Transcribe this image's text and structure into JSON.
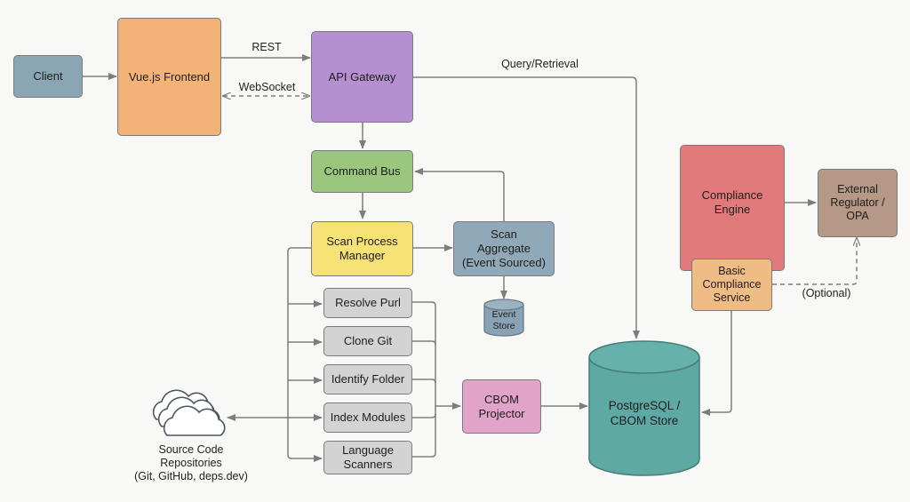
{
  "colors": {
    "client": "#8aa6b4",
    "frontend": "#f3b377",
    "gateway": "#b68fd0",
    "command_bus": "#9ac67e",
    "process_manager": "#f7e276",
    "aggregate": "#91a8b8",
    "event_store": "#8aa3b4",
    "task": "#d3d3d3",
    "projector": "#e2a3c8",
    "postgres": "#5ea9a3",
    "compliance_engine": "#e17b7b",
    "basic_compliance": "#efbc85",
    "external": "#b59885",
    "edge": "#7d7d7d"
  },
  "nodes": {
    "client": "Client",
    "frontend": "Vue.js Frontend",
    "gateway": "API Gateway",
    "command_bus": "Command Bus",
    "process_manager": "Scan Process\nManager",
    "aggregate": "Scan\nAggregate\n(Event Sourced)",
    "event_store": "Event\nStore",
    "tasks": [
      "Resolve Purl",
      "Clone Git",
      "Identify Folder",
      "Index Modules",
      "Language\nScanners"
    ],
    "projector": "CBOM\nProjector",
    "postgres": "PostgreSQL /\nCBOM Store",
    "compliance_engine": "Compliance\nEngine",
    "basic_compliance": "Basic\nCompliance\nService",
    "external": "External\nRegulator /\nOPA",
    "source_repos": "Source Code\nRepositories\n(Git, GitHub, deps.dev)"
  },
  "edge_labels": {
    "rest": "REST",
    "websocket": "WebSocket",
    "query": "Query/Retrieval",
    "optional": "(Optional)"
  },
  "edges": [
    {
      "from": "Client",
      "to": "Vue.js Frontend",
      "style": "solid"
    },
    {
      "from": "Vue.js Frontend",
      "to": "API Gateway",
      "label": "REST",
      "style": "solid"
    },
    {
      "from": "Vue.js Frontend",
      "to": "API Gateway",
      "label": "WebSocket",
      "style": "dashed",
      "bidirectional": true
    },
    {
      "from": "API Gateway",
      "to": "PostgreSQL / CBOM Store",
      "label": "Query/Retrieval",
      "style": "solid"
    },
    {
      "from": "API Gateway",
      "to": "Command Bus",
      "style": "solid"
    },
    {
      "from": "Command Bus",
      "to": "Scan Process Manager",
      "style": "solid"
    },
    {
      "from": "Scan Process Manager",
      "to": "Scan Aggregate",
      "style": "solid"
    },
    {
      "from": "Scan Aggregate",
      "to": "Command Bus",
      "style": "solid"
    },
    {
      "from": "Scan Aggregate",
      "to": "Event Store",
      "style": "solid"
    },
    {
      "from": "Scan Process Manager",
      "to": "Tasks",
      "style": "solid"
    },
    {
      "from": "Tasks",
      "to": "Source Code Repositories",
      "style": "solid",
      "bidirectional": true
    },
    {
      "from": "Tasks",
      "to": "CBOM Projector",
      "style": "solid"
    },
    {
      "from": "CBOM Projector",
      "to": "PostgreSQL / CBOM Store",
      "style": "solid"
    },
    {
      "from": "Compliance Engine",
      "to": "External Regulator / OPA",
      "style": "solid"
    },
    {
      "from": "Basic Compliance Service",
      "to": "External Regulator / OPA",
      "label": "(Optional)",
      "style": "dashed"
    },
    {
      "from": "Basic Compliance Service",
      "to": "PostgreSQL / CBOM Store",
      "style": "solid"
    }
  ]
}
